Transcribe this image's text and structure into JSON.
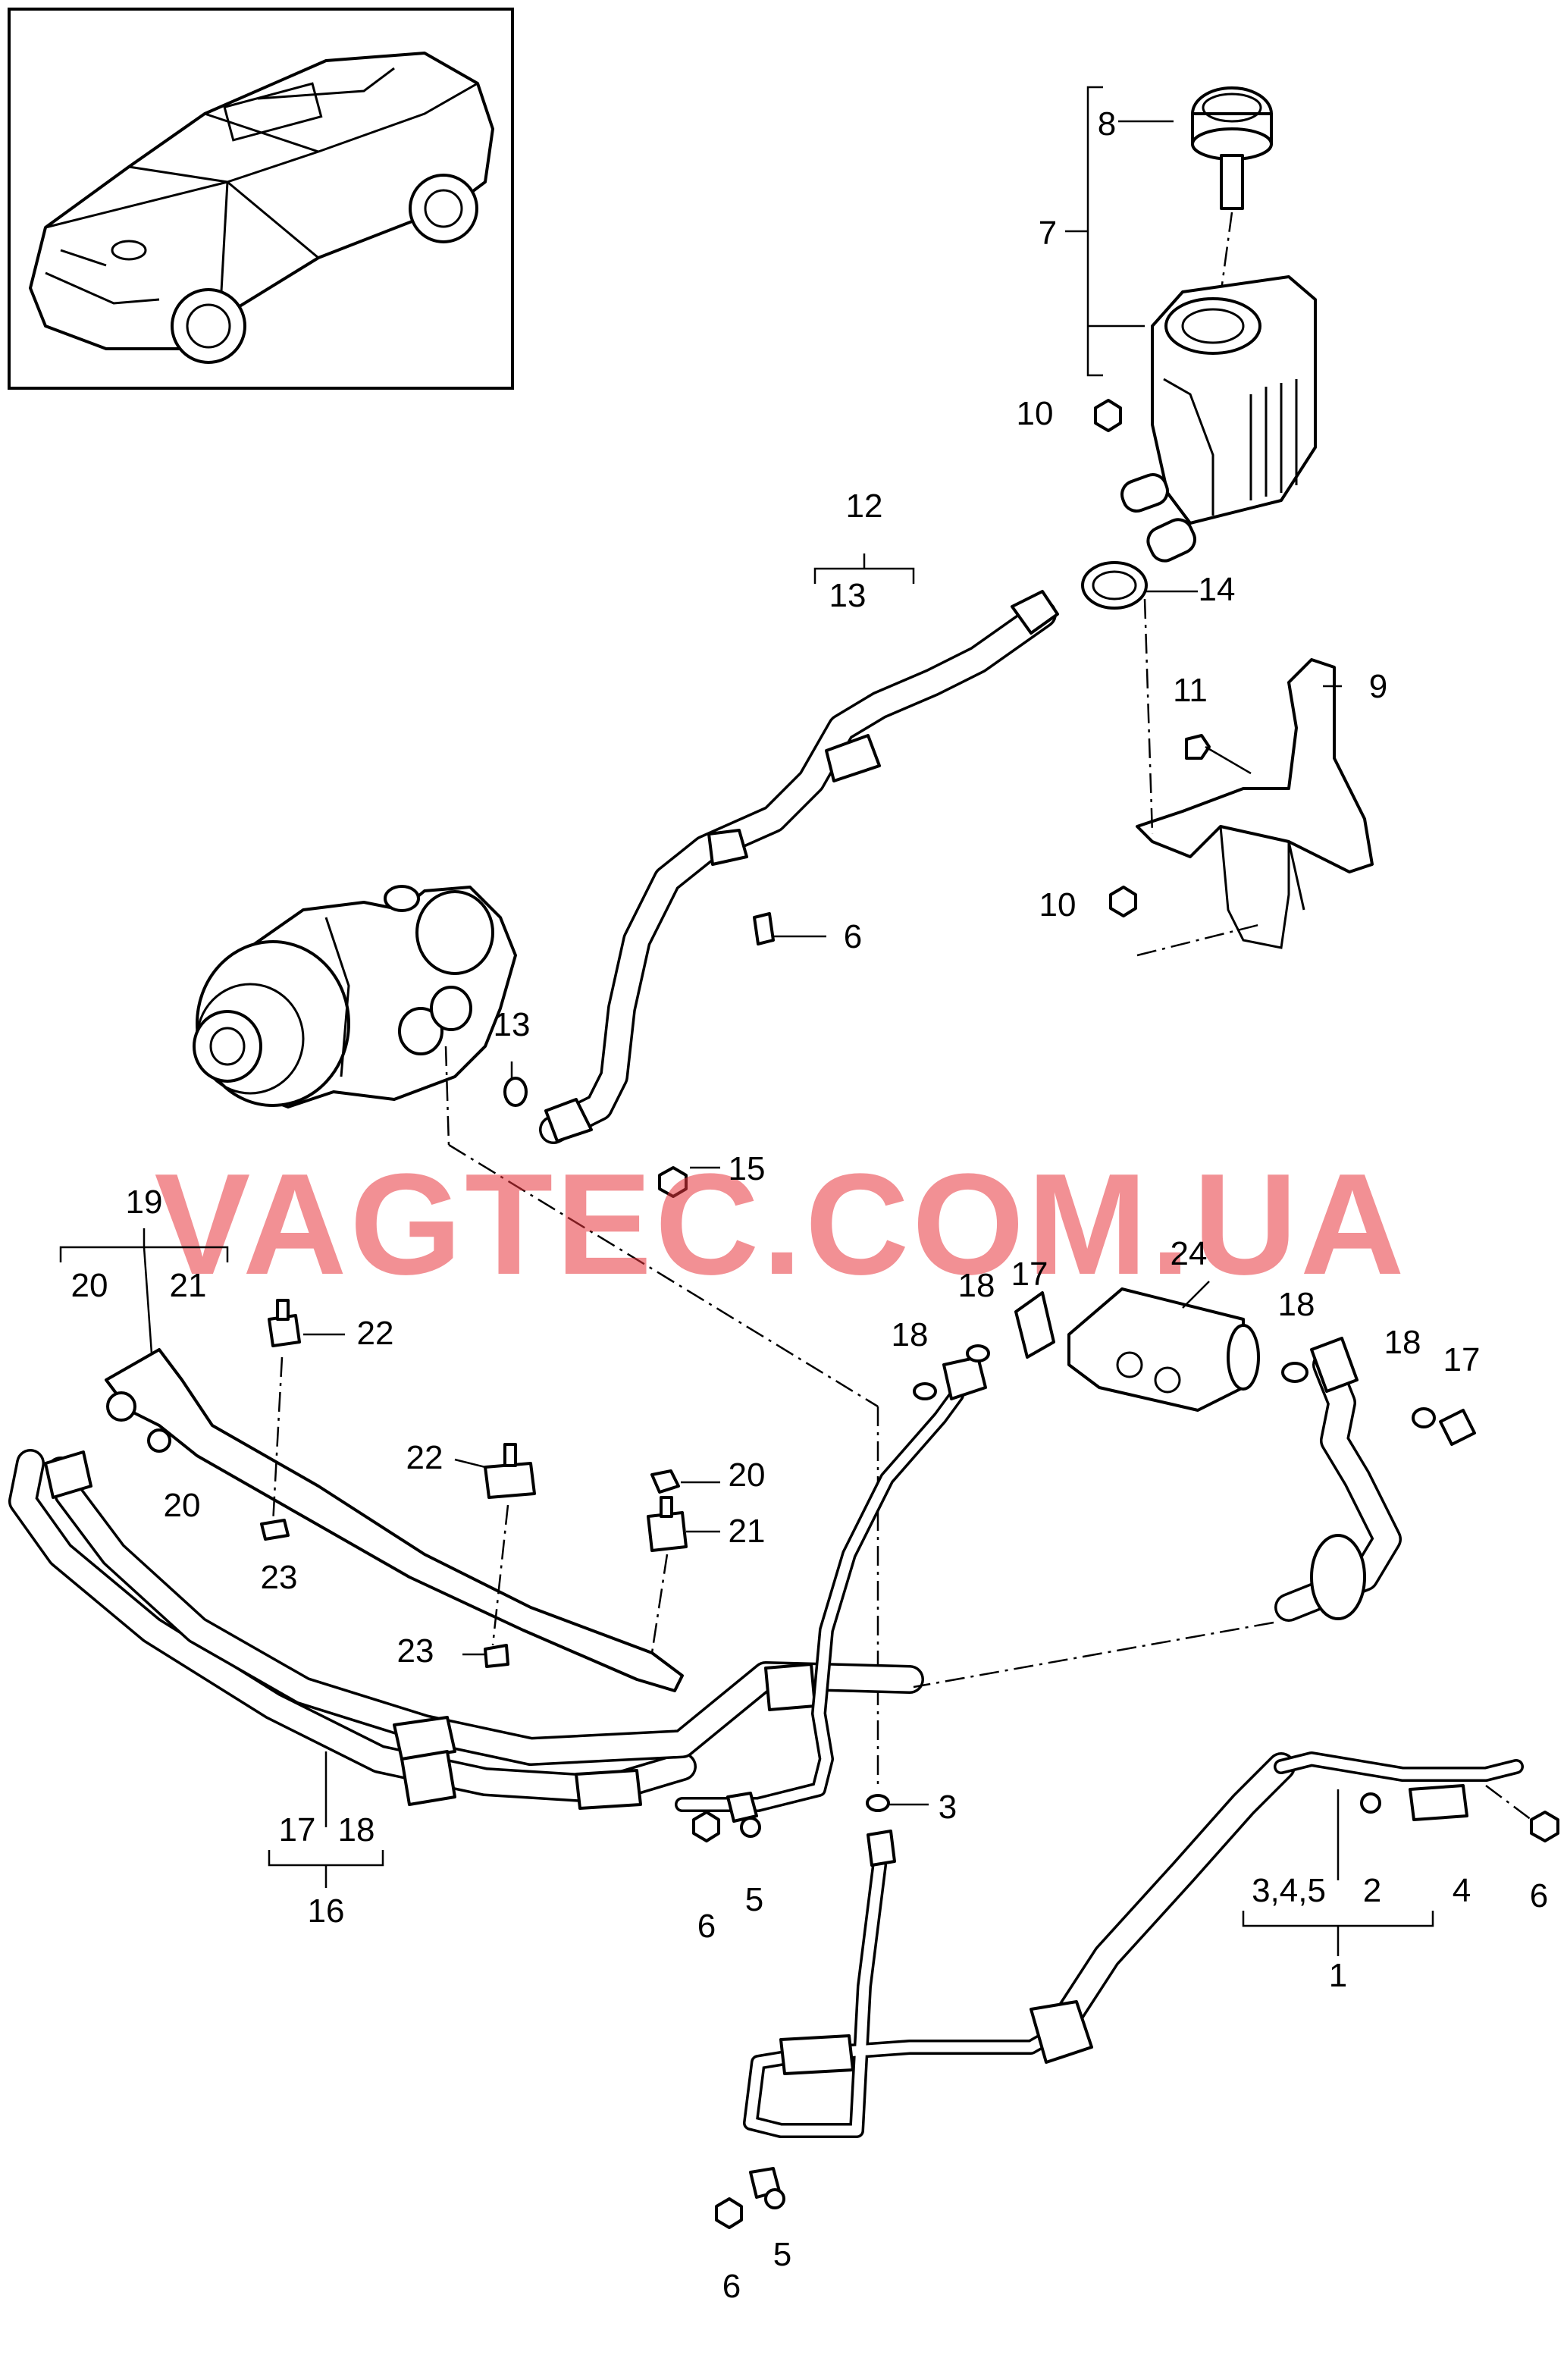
{
  "watermark": "VAGTEC.COM.UA",
  "callouts": {
    "c1": "1",
    "c2": "2",
    "c345": "3,4,5",
    "c3": "3",
    "c4": "4",
    "c5a": "5",
    "c5b": "5",
    "c6a": "6",
    "c6b": "6",
    "c6c": "6",
    "c6d": "6",
    "c7": "7",
    "c8": "8",
    "c9": "9",
    "c10a": "10",
    "c10b": "10",
    "c11": "11",
    "c12": "12",
    "c13a": "13",
    "c13b": "13",
    "c14": "14",
    "c15": "15",
    "c16": "16",
    "c17a": "17",
    "c18a": "18",
    "c17b": "17",
    "c17c": "17",
    "c18b": "18",
    "c18c": "18",
    "c18d": "18",
    "c18e": "18",
    "c19": "19",
    "c20a": "20",
    "c21a": "21",
    "c20b": "20",
    "c20c": "20",
    "c21b": "21",
    "c22a": "22",
    "c22b": "22",
    "c23a": "23",
    "c23b": "23",
    "c24": "24"
  }
}
